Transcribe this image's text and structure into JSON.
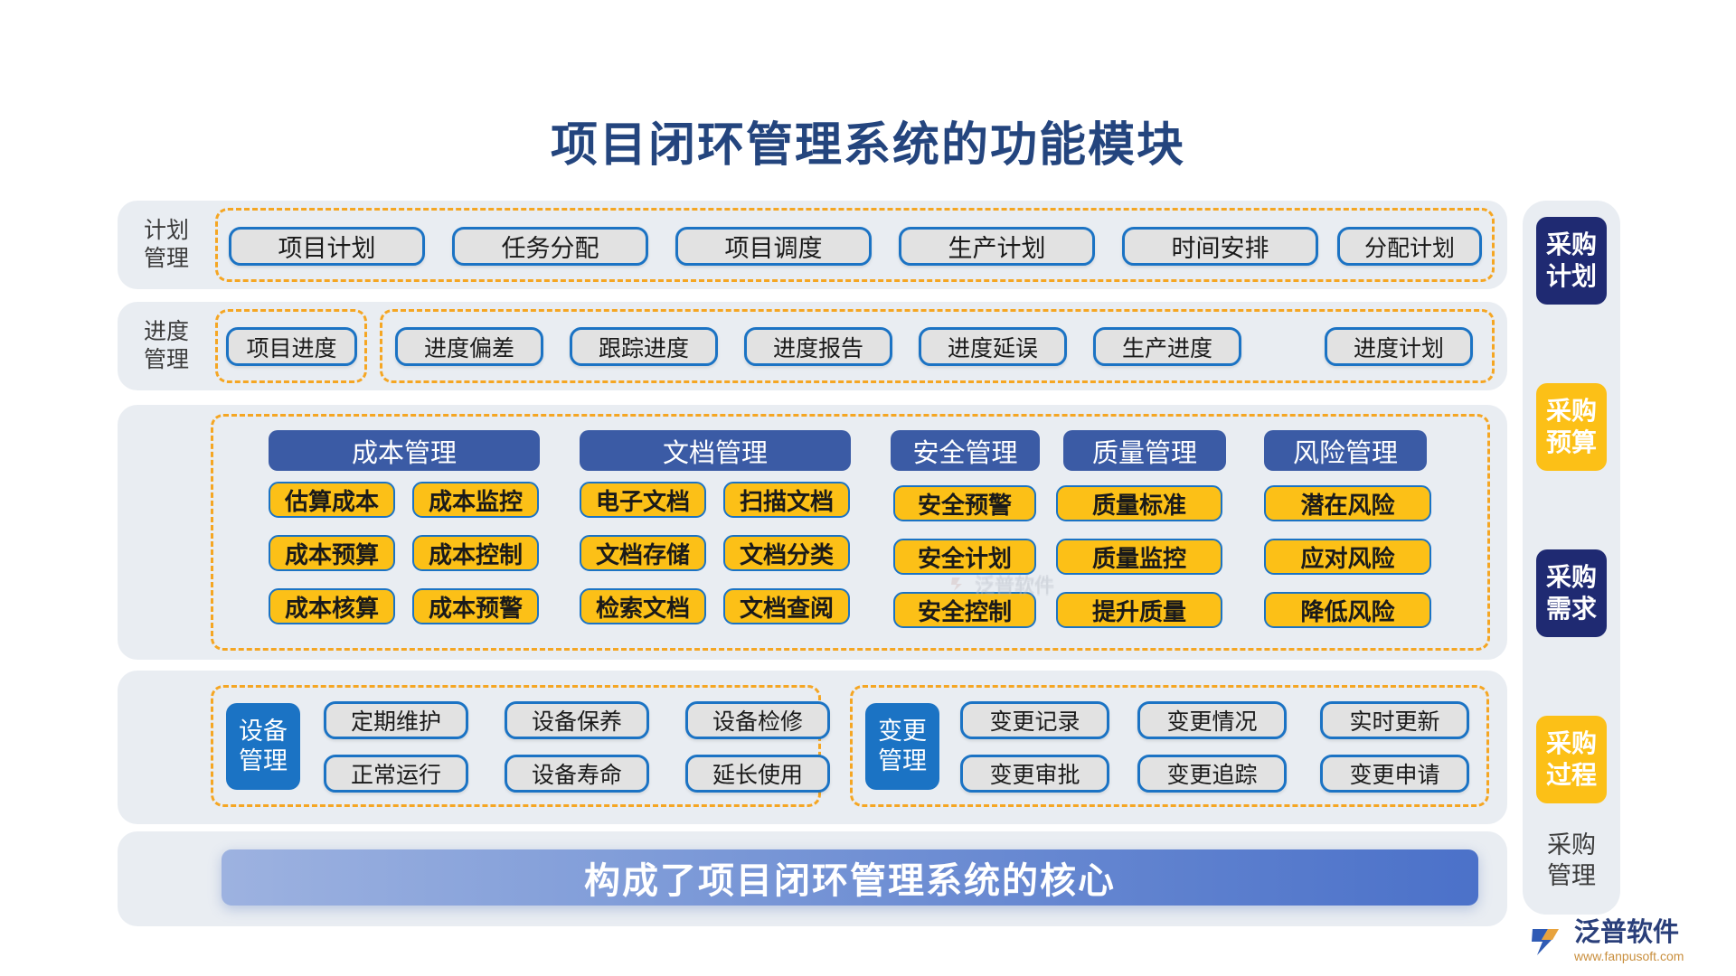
{
  "title": "项目闭环管理系统的功能模块",
  "rows": {
    "plan": {
      "label_line1": "计划",
      "label_line2": "管理",
      "items": [
        "项目计划",
        "任务分配",
        "项目调度",
        "生产计划",
        "时间安排",
        "分配计划"
      ]
    },
    "progress": {
      "label_line1": "进度",
      "label_line2": "管理",
      "lead": "项目进度",
      "items": [
        "进度偏差",
        "跟踪进度",
        "进度报告",
        "进度延误",
        "生产进度",
        "进度计划"
      ]
    }
  },
  "core_groups": [
    {
      "header": "成本管理",
      "columns": 2,
      "items": [
        "估算成本",
        "成本监控",
        "成本预算",
        "成本控制",
        "成本核算",
        "成本预警"
      ]
    },
    {
      "header": "文档管理",
      "columns": 2,
      "items": [
        "电子文档",
        "扫描文档",
        "文档存储",
        "文档分类",
        "检索文档",
        "文档查阅"
      ]
    },
    {
      "header": "安全管理",
      "columns": 1,
      "items": [
        "安全预警",
        "安全计划",
        "安全控制"
      ]
    },
    {
      "header": "质量管理",
      "columns": 1,
      "items": [
        "质量标准",
        "质量监控",
        "提升质量"
      ]
    },
    {
      "header": "风险管理",
      "columns": 1,
      "items": [
        "潜在风险",
        "应对风险",
        "降低风险"
      ]
    }
  ],
  "bottom_groups": [
    {
      "label_line1": "设备",
      "label_line2": "管理",
      "items": [
        "定期维护",
        "设备保养",
        "设备检修",
        "正常运行",
        "设备寿命",
        "延长使用"
      ]
    },
    {
      "label_line1": "变更",
      "label_line2": "管理",
      "items": [
        "变更记录",
        "变更情况",
        "实时更新",
        "变更审批",
        "变更追踪",
        "变更申请"
      ]
    }
  ],
  "sidebar": {
    "boxes": [
      {
        "line1": "采购",
        "line2": "计划",
        "style": "navy"
      },
      {
        "line1": "采购",
        "line2": "预算",
        "style": "gold"
      },
      {
        "line1": "采购",
        "line2": "需求",
        "style": "navy"
      },
      {
        "line1": "采购",
        "line2": "过程",
        "style": "gold"
      }
    ],
    "footer_line1": "采购",
    "footer_line2": "管理"
  },
  "banner": "构成了项目闭环管理系统的核心",
  "watermark": "泛普软件",
  "logo": {
    "name": "泛普软件",
    "url": "www.fanpusoft.com"
  },
  "colors": {
    "title": "#24457e",
    "dashed": "#f5a623",
    "panel": "#e9edf2",
    "blue": "#1b73c4",
    "navy": "#1f2a72",
    "header_chip": "#3b5ba5",
    "gold": "#fcc017"
  }
}
